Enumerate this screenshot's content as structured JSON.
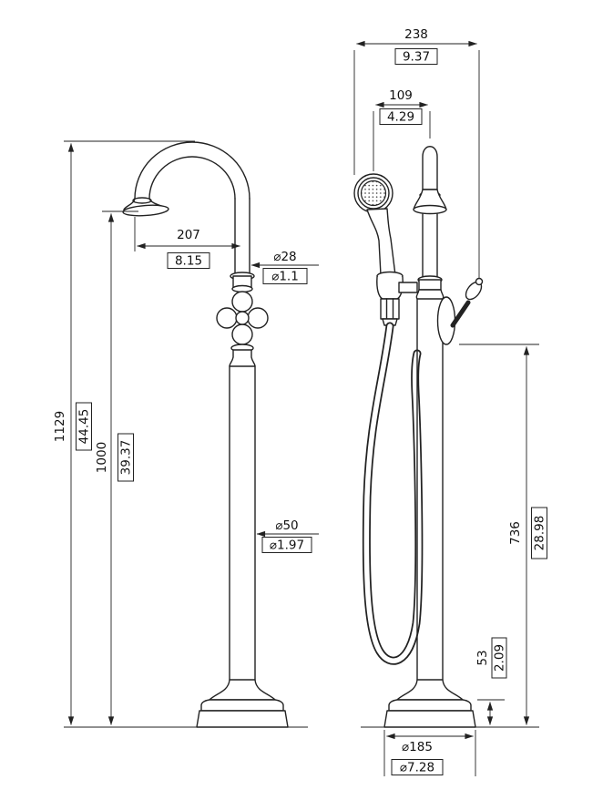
{
  "drawing": {
    "dims": {
      "total_height": {
        "mm": "1129",
        "in": "44.45"
      },
      "spout_height": {
        "mm": "1000",
        "in": "39.37"
      },
      "spout_reach": {
        "mm": "207",
        "in": "8.15"
      },
      "spout_diameter": {
        "mm": "⌀28",
        "in": "⌀1.1"
      },
      "column_diameter": {
        "mm": "⌀50",
        "in": "⌀1.97"
      },
      "overall_depth": {
        "mm": "238",
        "in": "9.37"
      },
      "handshower_offset": {
        "mm": "109",
        "in": "4.29"
      },
      "body_height": {
        "mm": "736",
        "in": "28.98"
      },
      "base_height": {
        "mm": "53",
        "in": "2.09"
      },
      "base_diameter": {
        "mm": "⌀185",
        "in": "⌀7.28"
      }
    }
  }
}
